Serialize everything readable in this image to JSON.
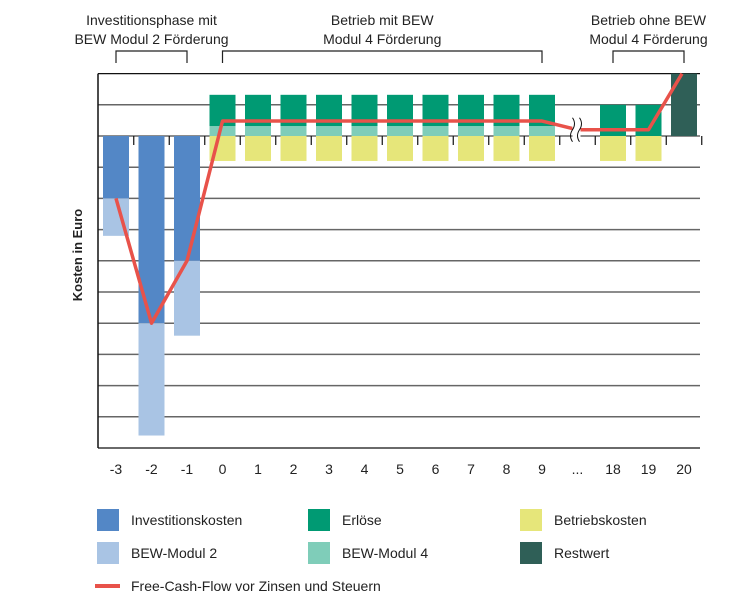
{
  "chart_data": {
    "type": "bar",
    "ylabel": "Kosten in Euro",
    "xlabel": "",
    "ylim": [
      -10,
      2
    ],
    "grid": true,
    "categories": [
      "-3",
      "-2",
      "-1",
      "0",
      "1",
      "2",
      "3",
      "4",
      "5",
      "6",
      "7",
      "8",
      "9",
      "...",
      "18",
      "19",
      "20"
    ],
    "phases": [
      {
        "label_lines": [
          "Investitionsphase mit",
          "BEW Modul 2 Förderung"
        ],
        "from": "-3",
        "to": "-1"
      },
      {
        "label_lines": [
          "Betrieb mit BEW",
          "Modul 4 Förderung"
        ],
        "from": "0",
        "to": "9"
      },
      {
        "label_lines": [
          "Betrieb ohne BEW",
          "Modul 4 Förderung"
        ],
        "from": "18",
        "to": "20"
      }
    ],
    "series": [
      {
        "name": "Investitionskosten",
        "color": "#5387c6",
        "stack": "neg",
        "values": [
          -2,
          -6,
          -4,
          0,
          0,
          0,
          0,
          0,
          0,
          0,
          0,
          0,
          0,
          null,
          0,
          0,
          0
        ]
      },
      {
        "name": "BEW-Modul 2",
        "color": "#a9c4e4",
        "stack": "neg",
        "values": [
          -1.2,
          -3.6,
          -2.4,
          0,
          0,
          0,
          0,
          0,
          0,
          0,
          0,
          0,
          0,
          null,
          0,
          0,
          0
        ]
      },
      {
        "name": "Betriebskosten",
        "color": "#e6e67a",
        "stack": "neg",
        "values": [
          0,
          0,
          0,
          -0.8,
          -0.8,
          -0.8,
          -0.8,
          -0.8,
          -0.8,
          -0.8,
          -0.8,
          -0.8,
          -0.8,
          null,
          -0.8,
          -0.8,
          0
        ]
      },
      {
        "name": "BEW-Modul 4",
        "color": "#7fcdb9",
        "stack": "pos",
        "values": [
          0,
          0,
          0,
          0.32,
          0.32,
          0.32,
          0.32,
          0.32,
          0.32,
          0.32,
          0.32,
          0.32,
          0.32,
          null,
          0,
          0,
          0
        ]
      },
      {
        "name": "Erlöse",
        "color": "#009a73",
        "stack": "pos",
        "values": [
          0,
          0,
          0,
          1.0,
          1.0,
          1.0,
          1.0,
          1.0,
          1.0,
          1.0,
          1.0,
          1.0,
          1.0,
          null,
          1.0,
          1.0,
          0
        ]
      },
      {
        "name": "Restwert",
        "color": "#2f5f57",
        "stack": "pos",
        "values": [
          0,
          0,
          0,
          0,
          0,
          0,
          0,
          0,
          0,
          0,
          0,
          0,
          0,
          null,
          0,
          0,
          2.0
        ]
      }
    ],
    "line": {
      "name": "Free-Cash-Flow vor Zinsen und Steuern",
      "color": "#e8524a",
      "values": [
        -2,
        -6,
        -4,
        0.48,
        0.48,
        0.48,
        0.48,
        0.48,
        0.48,
        0.48,
        0.48,
        0.48,
        0.48,
        0.2,
        0.2,
        0.2,
        2.0
      ]
    },
    "legend": {
      "placement": "bottom",
      "items": [
        {
          "label": "Investitionskosten",
          "color": "#5387c6"
        },
        {
          "label": "Erlöse",
          "color": "#009a73"
        },
        {
          "label": "Betriebskosten",
          "color": "#e6e67a"
        },
        {
          "label": "BEW-Modul 2",
          "color": "#a9c4e4"
        },
        {
          "label": "BEW-Modul 4",
          "color": "#7fcdb9"
        },
        {
          "label": "Restwert",
          "color": "#2f5f57"
        }
      ],
      "line_label": "Free-Cash-Flow vor Zinsen und Steuern"
    }
  }
}
